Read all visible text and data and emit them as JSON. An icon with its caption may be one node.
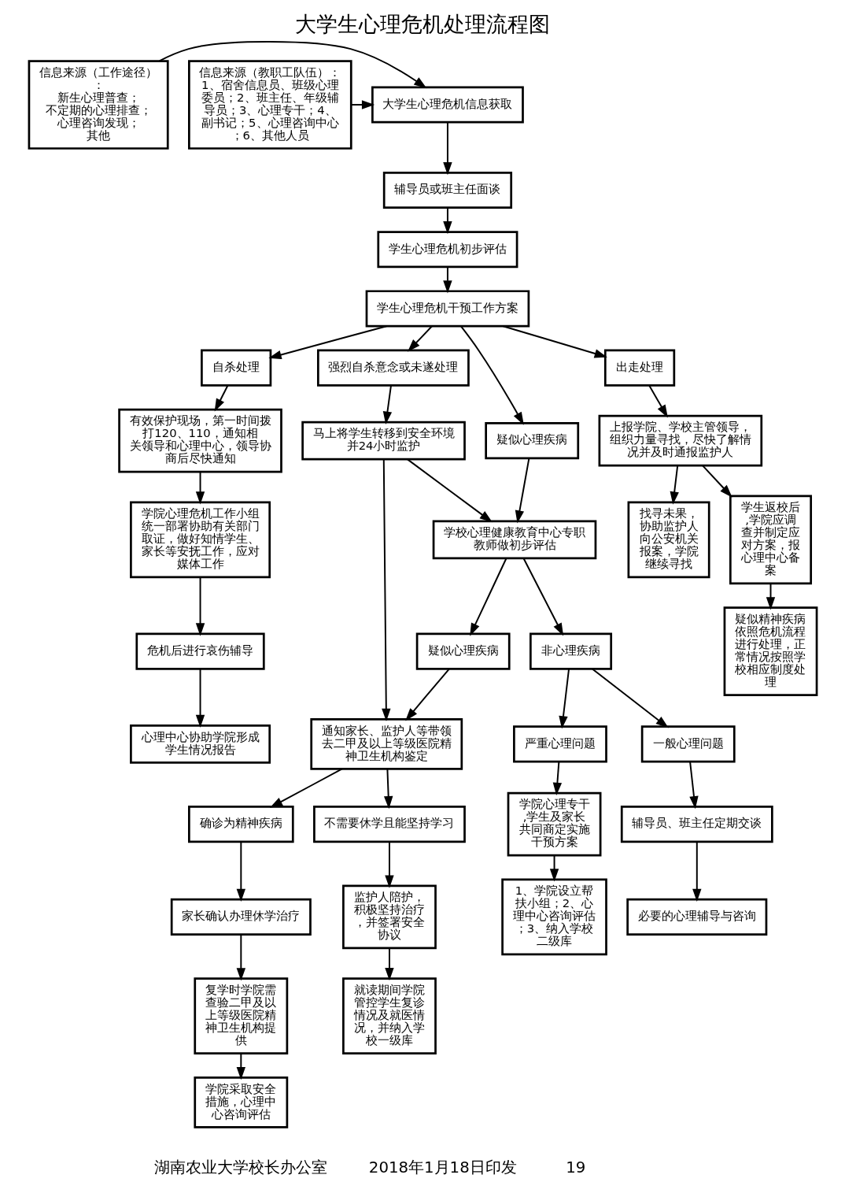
{
  "diagram": {
    "title": "大学生心理危机处理流程图",
    "nodes": [
      {
        "text": [
          "信息来源（工作途径）：",
          "新生心理普查；",
          "不定期的心理排查；",
          "心理咨询发现；",
          "其他"
        ]
      },
      {
        "text": [
          "大学生心理危机信息获取"
        ]
      },
      {
        "text": [
          "信息来源（教职工队伍）：",
          "1、宿舍信息员、班级心理委员；2、班主任、年级辅导员；3、心理专干；4、副书记；5、心理咨询中心；6、其他人员"
        ]
      },
      {
        "text": [
          "辅导员或班主任面谈"
        ]
      },
      {
        "text": [
          "学生心理危机初步评估"
        ]
      },
      {
        "text": [
          "学生心理危机干预工作方案"
        ]
      },
      {
        "text": [
          "自杀处理"
        ]
      },
      {
        "text": [
          "强烈自杀意念或未遂处理"
        ]
      },
      {
        "text": [
          "疑似心理疾病"
        ]
      },
      {
        "text": [
          "出走处理"
        ]
      },
      {
        "text": [
          "有效保护现场，第一时间拨打120、110，通知相关领导和心理中心，领导协商后尽快通知"
        ]
      },
      {
        "text": [
          "马上将学生转移到安全环境并24小时监护"
        ]
      },
      {
        "text": [
          "学校心理健康教育中心专职教师做初步评估"
        ]
      },
      {
        "text": [
          "上报学院、学校主管领导，组织力量寻找，尽快了解情况并及时通报监护人"
        ]
      },
      {
        "text": [
          "学院心理危机工作小组统一部署协助有关部门取证，做好知情学生、家长等安抚工作，应对媒体工作"
        ]
      },
      {
        "text": [
          "通知家长、监护人等带领去二甲及以上等级医院精神卫生机构鉴定"
        ]
      },
      {
        "text": [
          "疑似心理疾病"
        ]
      },
      {
        "text": [
          "非心理疾病"
        ]
      },
      {
        "text": [
          "找寻未果，协助监护人向公安机关报案，学院继续寻找"
        ]
      },
      {
        "text": [
          "学生返校后,学院应调查并制定应对方案，报心理中心备案"
        ]
      },
      {
        "text": [
          "确诊为精神疾病"
        ]
      },
      {
        "text": [
          "不需要休学且能坚持学习"
        ]
      },
      {
        "text": [
          "严重心理问题"
        ]
      },
      {
        "text": [
          "一般心理问题"
        ]
      },
      {
        "text": [
          "危机后进行哀伤辅导"
        ]
      },
      {
        "text": [
          "家长确认办理休学治疗"
        ]
      },
      {
        "text": [
          "监护人陪护，积极坚持治疗，并签署安全协议"
        ]
      },
      {
        "text": [
          "学院心理专干,学生及家长共同商定实施干预方案"
        ]
      },
      {
        "text": [
          "辅导员、班主任定期交谈"
        ]
      },
      {
        "text": [
          "疑似精神疾病依照危机流程进行处理，正常情况按照学校相应制度处理"
        ]
      },
      {
        "text": [
          "心理中心协助学院形成学生情况报告"
        ]
      },
      {
        "text": [
          "复学时学院需查验二甲及以上等级医院精神卫生机构提供"
        ]
      },
      {
        "text": [
          "就读期间学院管控学生复诊情况及就医情况，并纳入学校一级库"
        ]
      },
      {
        "text": [
          "1、学院设立帮扶小组；2、心理中心咨询评估；3、纳入学校二级库"
        ]
      },
      {
        "text": [
          "必要的心理辅导与咨询"
        ]
      },
      {
        "text": [
          "学院采取安全措施，心理中心咨询评估"
        ]
      }
    ],
    "edges": [
      {
        "from": 0,
        "to": 1,
        "arrow": "to"
      },
      {
        "from": 2,
        "to": 1,
        "arrow": "to"
      },
      {
        "from": 1,
        "to": 3,
        "arrow": "to"
      },
      {
        "from": 3,
        "to": 4,
        "arrow": "to"
      },
      {
        "from": 4,
        "to": 5,
        "arrow": "to"
      },
      {
        "from": 5,
        "to": 6,
        "arrow": "to"
      },
      {
        "from": 5,
        "to": 7,
        "arrow": "to"
      },
      {
        "from": 5,
        "to": 8,
        "arrow": "to"
      },
      {
        "from": 5,
        "to": 9,
        "arrow": "to"
      },
      {
        "from": 6,
        "to": 10,
        "arrow": "to"
      },
      {
        "from": 7,
        "to": 11,
        "arrow": "to"
      },
      {
        "from": 8,
        "to": 12,
        "arrow": "to"
      },
      {
        "from": 9,
        "to": 13,
        "arrow": "to"
      },
      {
        "from": 10,
        "to": 14,
        "arrow": "to"
      },
      {
        "from": 11,
        "to": 12,
        "arrow": "to"
      },
      {
        "from": 11,
        "to": 15,
        "arrow": "to"
      },
      {
        "from": 12,
        "to": 16,
        "arrow": "to"
      },
      {
        "from": 12,
        "to": 17,
        "arrow": "to"
      },
      {
        "from": 16,
        "to": 15,
        "arrow": "to"
      },
      {
        "from": 13,
        "to": 18,
        "arrow": "to"
      },
      {
        "from": 13,
        "to": 19,
        "arrow": "to"
      },
      {
        "from": 14,
        "to": 24,
        "arrow": "to"
      },
      {
        "from": 15,
        "to": 20,
        "arrow": "to"
      },
      {
        "from": 15,
        "to": 21,
        "arrow": "to"
      },
      {
        "from": 17,
        "to": 22,
        "arrow": "to"
      },
      {
        "from": 17,
        "to": 23,
        "arrow": "to"
      },
      {
        "from": 19,
        "to": 29,
        "arrow": "to"
      },
      {
        "from": 20,
        "to": 25,
        "arrow": "to"
      },
      {
        "from": 21,
        "to": 26,
        "arrow": "to"
      },
      {
        "from": 22,
        "to": 27,
        "arrow": "to"
      },
      {
        "from": 23,
        "to": 28,
        "arrow": "to"
      },
      {
        "from": 24,
        "to": 30,
        "arrow": "to"
      },
      {
        "from": 25,
        "to": 31,
        "arrow": "to"
      },
      {
        "from": 26,
        "to": 32,
        "arrow": "to"
      },
      {
        "from": 27,
        "to": 33,
        "arrow": "to"
      },
      {
        "from": 28,
        "to": 34,
        "arrow": "to"
      },
      {
        "from": 31,
        "to": 35,
        "arrow": "to"
      }
    ],
    "labels": [
      "湖南农业大学校长办公室",
      "2018年1月18日印发",
      "19"
    ]
  }
}
